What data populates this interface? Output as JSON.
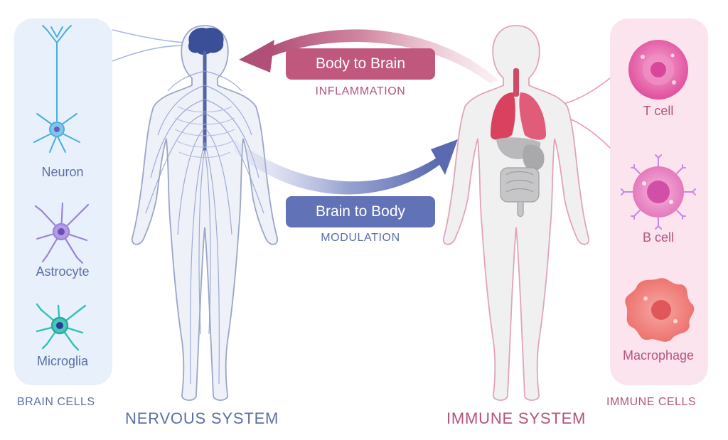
{
  "brain_cells": {
    "section_label": "BRAIN CELLS",
    "cells": [
      {
        "label": "Neuron"
      },
      {
        "label": "Astrocyte"
      },
      {
        "label": "Microglia"
      }
    ]
  },
  "immune_cells": {
    "section_label": "IMMUNE CELLS",
    "cells": [
      {
        "label": "T cell"
      },
      {
        "label": "B cell"
      },
      {
        "label": "Macrophage"
      }
    ]
  },
  "nervous_system": {
    "title": "NERVOUS SYSTEM"
  },
  "immune_system": {
    "title": "IMMUNE SYSTEM"
  },
  "arrows": {
    "body_to_brain": {
      "label": "Body to Brain",
      "sublabel": "INFLAMMATION"
    },
    "brain_to_body": {
      "label": "Brain to Body",
      "sublabel": "MODULATION"
    }
  },
  "colors": {
    "blue_accent": "#6272b6",
    "pink_accent": "#c0587e",
    "brain_panel_bg": "#e8f0fb",
    "immune_panel_bg": "#fbe4ee"
  }
}
